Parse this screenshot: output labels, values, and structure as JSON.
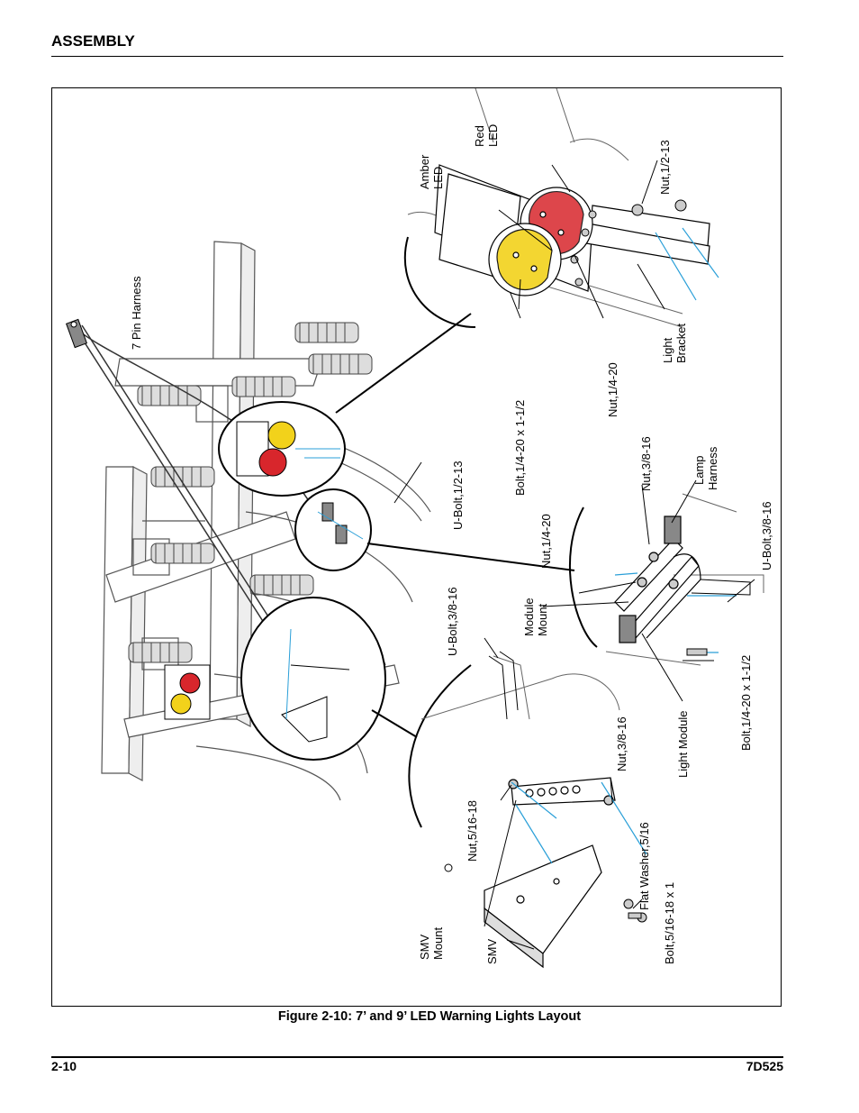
{
  "header": {
    "section_title": "ASSEMBLY"
  },
  "figure": {
    "caption": "Figure 2-10:  7’ and 9’ LED Warning Lights Layout",
    "labels": {
      "red_led_1": "Red",
      "red_led_2": "LED",
      "amber_led_1": "Amber",
      "amber_led_2": "LED",
      "nut_half_13": "Nut,1/2-13",
      "seven_pin_harness": "7 Pin Harness",
      "light_bracket_1": "Light",
      "light_bracket_2": "Bracket",
      "nut_quarter_20_top": "Nut,1/4-20",
      "bolt_quarter_20_top": "Bolt,1/4-20 x 1-1/2",
      "ubolt_half_13": "U-Bolt,1/2-13",
      "nut_3_8_16_mid": "Nut,3/8-16",
      "lamp_harness_1": "Lamp",
      "lamp_harness_2": "Harness",
      "ubolt_3_8_16_right": "U-Bolt,3/8-16",
      "nut_quarter_20_mid": "Nut,1/4-20",
      "module_mount_1": "Module",
      "module_mount_2": "Mount",
      "ubolt_3_8_16_left": "U-Bolt,3/8-16",
      "light_module": "Light Module",
      "bolt_quarter_20_bottom": "Bolt,1/4-20 x 1-1/2",
      "nut_3_8_16_bottom": "Nut,3/8-16",
      "nut_5_16_18": "Nut,5/16-18",
      "flat_washer": "Flat Washer,5/16",
      "bolt_5_16_18": "Bolt,5/16-18 x 1",
      "smv_mount_1": "SMV",
      "smv_mount_2": "Mount",
      "smv": "SMV"
    }
  },
  "footer": {
    "page_number": "2-10",
    "doc_id": "7D525"
  },
  "colors": {
    "red_led": "#d8262c",
    "amber_led": "#f2d21b",
    "wire": "#2a9fd8"
  }
}
